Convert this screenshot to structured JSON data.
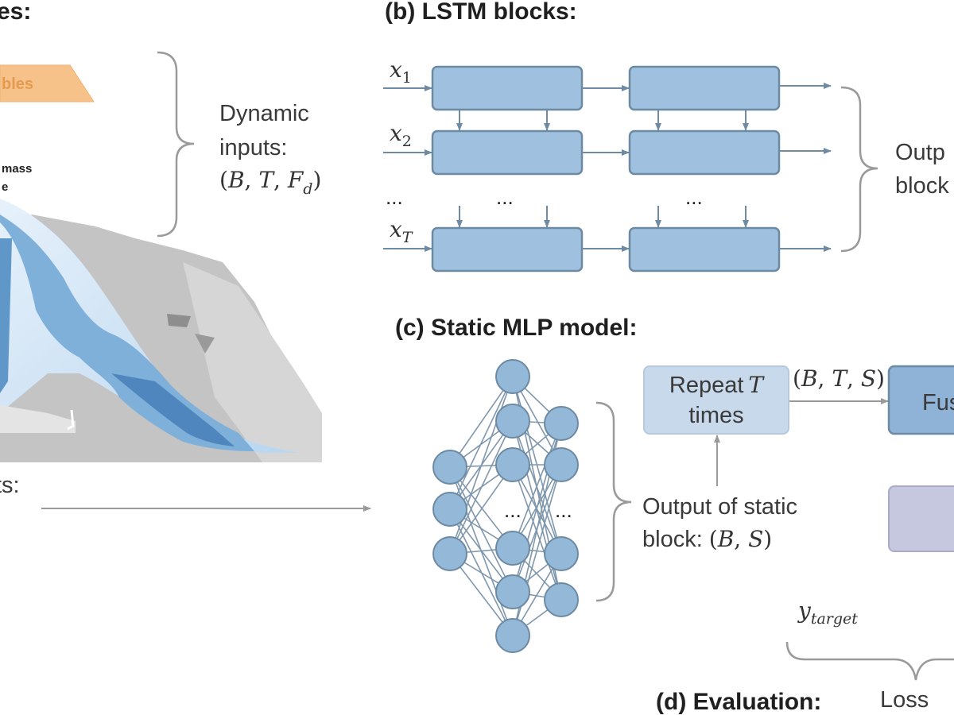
{
  "panels": {
    "a_heading_fragment": "es:",
    "a_bottom_fragment": "ts:",
    "b_heading": "(b) LSTM blocks:",
    "c_heading": "(c) Static MLP model:",
    "d_heading": "(d) Evaluation:"
  },
  "glacier": {
    "label_ables": "bles",
    "label_mass": "mass",
    "label_e": "e"
  },
  "dynamic_inputs": {
    "line1": "Dynamic",
    "line2": "inputs:",
    "shape": "(B, T, F_d)"
  },
  "lstm": {
    "inputs": [
      "x_1",
      "x_2",
      "x_T"
    ],
    "ellipsis": "...",
    "output_line1": "Outp",
    "output_line2": "block"
  },
  "mlp": {
    "ellipsis": "...",
    "output_line1": "Output of static",
    "output_line2_text": "block:",
    "output_line2_shape": "(B, S)"
  },
  "repeat": {
    "line1_text": "Repeat",
    "line1_var": "T",
    "line2": "times",
    "arrow_shape": "(B, T, S)"
  },
  "fusion": {
    "label_fragment": "Fus"
  },
  "evaluation": {
    "target": "y_target",
    "loss": "Loss"
  },
  "colors": {
    "lstm_fill": "#9fc1df",
    "lstm_stroke": "#6d8aa3",
    "mlp_node": "#94b8d8",
    "repeat_fill": "#c8d9ec",
    "fusion_fill": "#8eb3d6",
    "lavender_fill": "#c5c8df",
    "glacier_orange": "#f7c28a",
    "orange_text": "#e59b4f"
  }
}
